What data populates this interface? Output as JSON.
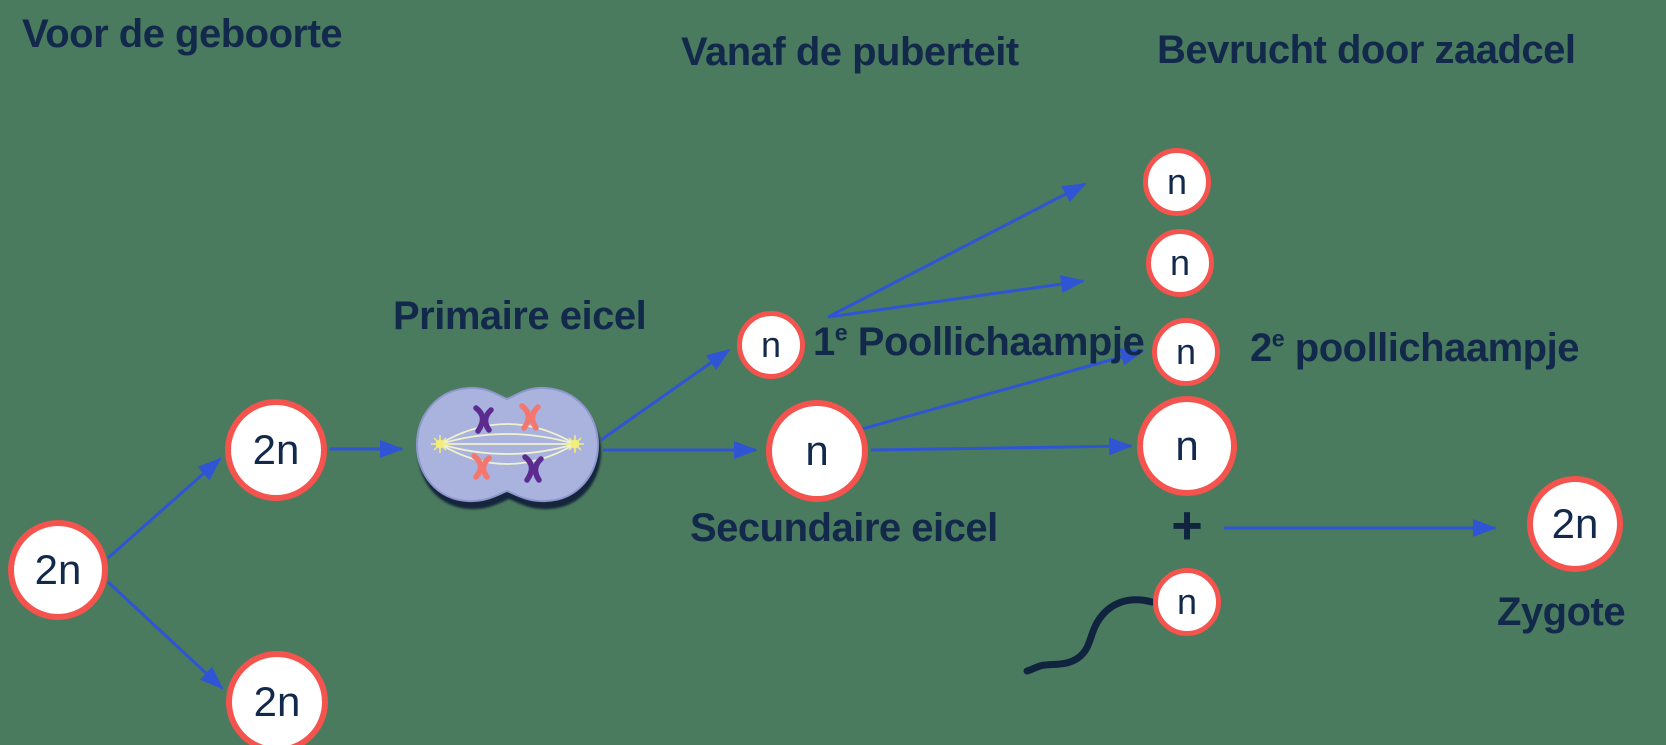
{
  "headings": {
    "before_birth": "Voor de geboorte",
    "from_puberty": "Vanaf de puberteit",
    "fertilized_by_sperm": "Bevrucht door zaadcel"
  },
  "labels": {
    "primary_oocyte": "Primaire eicel",
    "first_polar_body": {
      "prefix": "1",
      "sup": "e",
      "text": " Poollichaampje"
    },
    "secondary_oocyte": "Secundaire eicel",
    "second_polar_body": {
      "prefix": "2",
      "sup": "e",
      "text": " poollichaampje"
    },
    "plus": "+",
    "zygote": "Zygote"
  },
  "nodes": {
    "oogonium": {
      "label": "2n"
    },
    "oogonium_daughter_top": {
      "label": "2n"
    },
    "oogonium_daughter_bottom": {
      "label": "2n"
    },
    "first_polar_body": {
      "label": "n"
    },
    "secondary_oocyte": {
      "label": "n"
    },
    "polar_daughter_1": {
      "label": "n"
    },
    "polar_daughter_2": {
      "label": "n"
    },
    "second_polar_body": {
      "label": "n"
    },
    "ovum": {
      "label": "n"
    },
    "sperm": {
      "label": "n"
    },
    "zygote": {
      "label": "2n"
    }
  },
  "colors": {
    "background": "#4a7b5e",
    "circle_border": "#f4534e",
    "circle_fill": "#ffffff",
    "arrow_blue": "#2f55d4",
    "text_navy": "#13294b",
    "cell_body": "#a9b3de",
    "cell_outline": "#8e98cc",
    "spindle_fiber": "#f0f2cf",
    "spindle_pole": "#f2ee7a",
    "chromosome_purple": "#5b2b8f",
    "chromosome_salmon": "#f4766e",
    "sperm_tail": "#10233f"
  }
}
